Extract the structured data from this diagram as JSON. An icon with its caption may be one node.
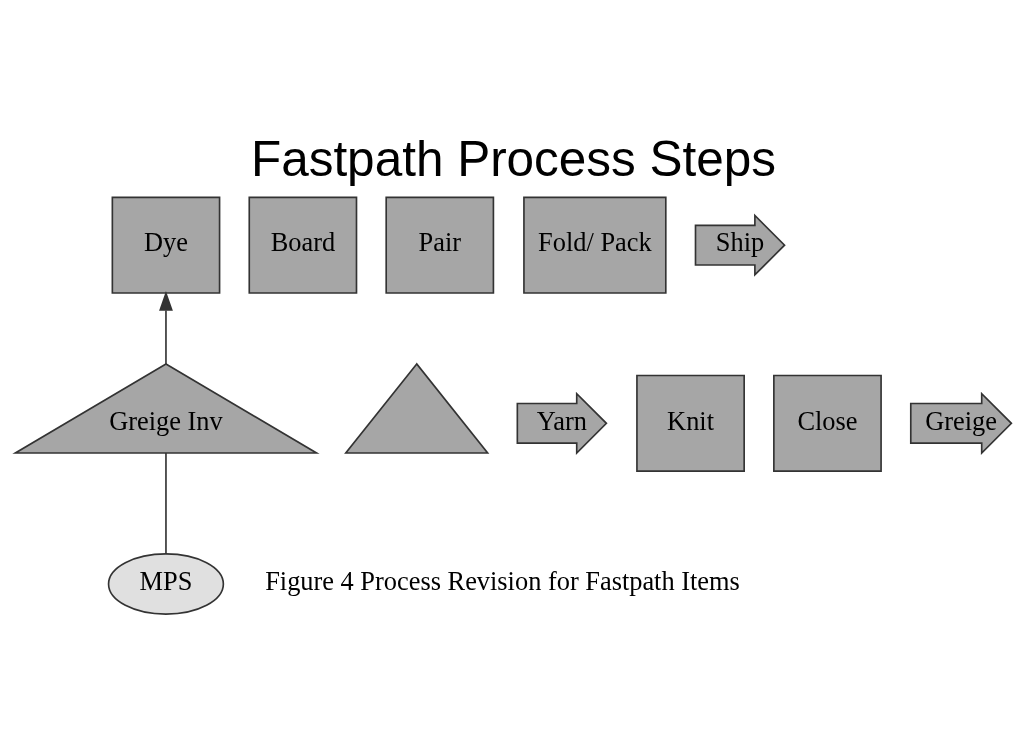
{
  "diagram": {
    "title": "Fastpath Process Steps",
    "caption": "Figure 4 Process Revision for Fastpath Items",
    "nodes": [
      {
        "text": [
          "Dye"
        ]
      },
      {
        "text": [
          "Board"
        ]
      },
      {
        "text": [
          "Pair"
        ]
      },
      {
        "text": [
          "Fold/ Pack"
        ]
      },
      {
        "text": [
          "Ship"
        ]
      },
      {
        "text": [],
        "shape": "triangle"
      },
      {
        "text": [
          "Yarn"
        ]
      },
      {
        "text": [
          "Knit"
        ]
      },
      {
        "text": [
          "Close"
        ]
      },
      {
        "text": [
          "Greige"
        ]
      },
      {
        "text": [
          "Greige Inv"
        ]
      },
      {
        "text": [
          "MPS"
        ]
      }
    ],
    "edges": [
      {
        "from": 10,
        "to": 0,
        "arrow": "to"
      },
      {
        "from": 11,
        "to": 10,
        "arrow": "none"
      }
    ]
  }
}
